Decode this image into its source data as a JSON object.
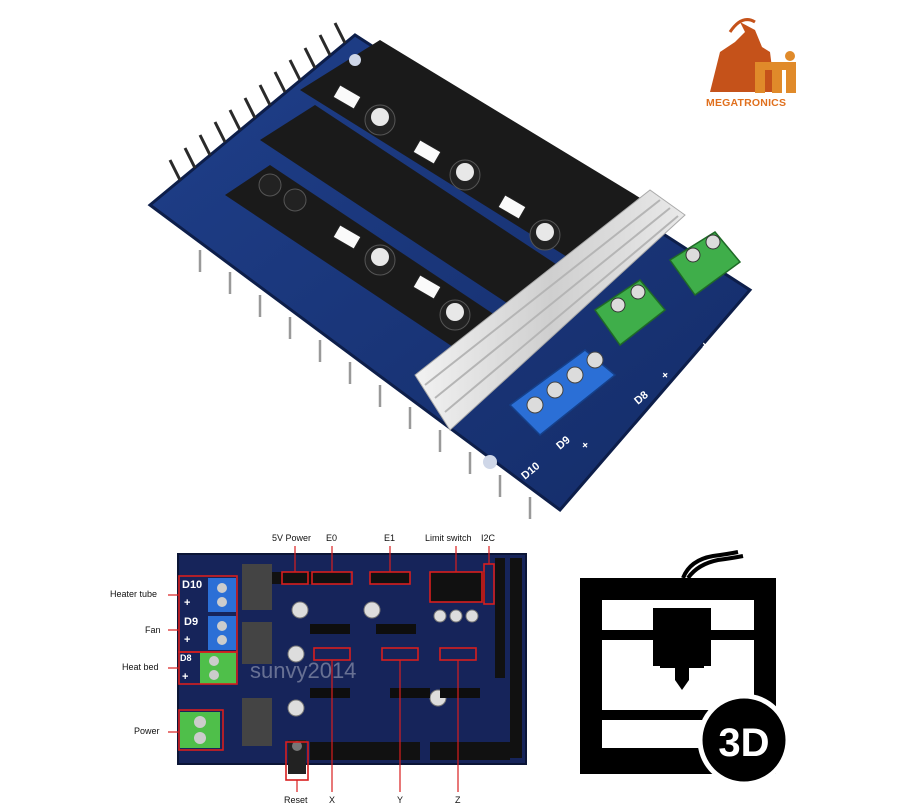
{
  "logo": {
    "brand": "MEGATRONICS"
  },
  "board_photo": {
    "silk_labels": [
      "D10",
      "D9",
      "D8",
      "+",
      "+",
      "+"
    ]
  },
  "diagram": {
    "watermark": "sunvy2014",
    "left_labels": {
      "heater_tube": "Heater tube",
      "fan": "Fan",
      "heat_bed": "Heat bed",
      "power": "Power"
    },
    "top_labels": {
      "five_v_power": "5V Power",
      "e0": "E0",
      "e1": "E1",
      "limit_switch": "Limit switch",
      "i2c": "I2C"
    },
    "bottom_labels": {
      "reset": "Reset",
      "x": "X",
      "y": "Y",
      "z": "Z"
    },
    "terminal_labels": {
      "d10": "D10",
      "d9": "D9",
      "d8": "D8",
      "plus": "+"
    }
  },
  "icon_3d": {
    "label": "3D"
  }
}
